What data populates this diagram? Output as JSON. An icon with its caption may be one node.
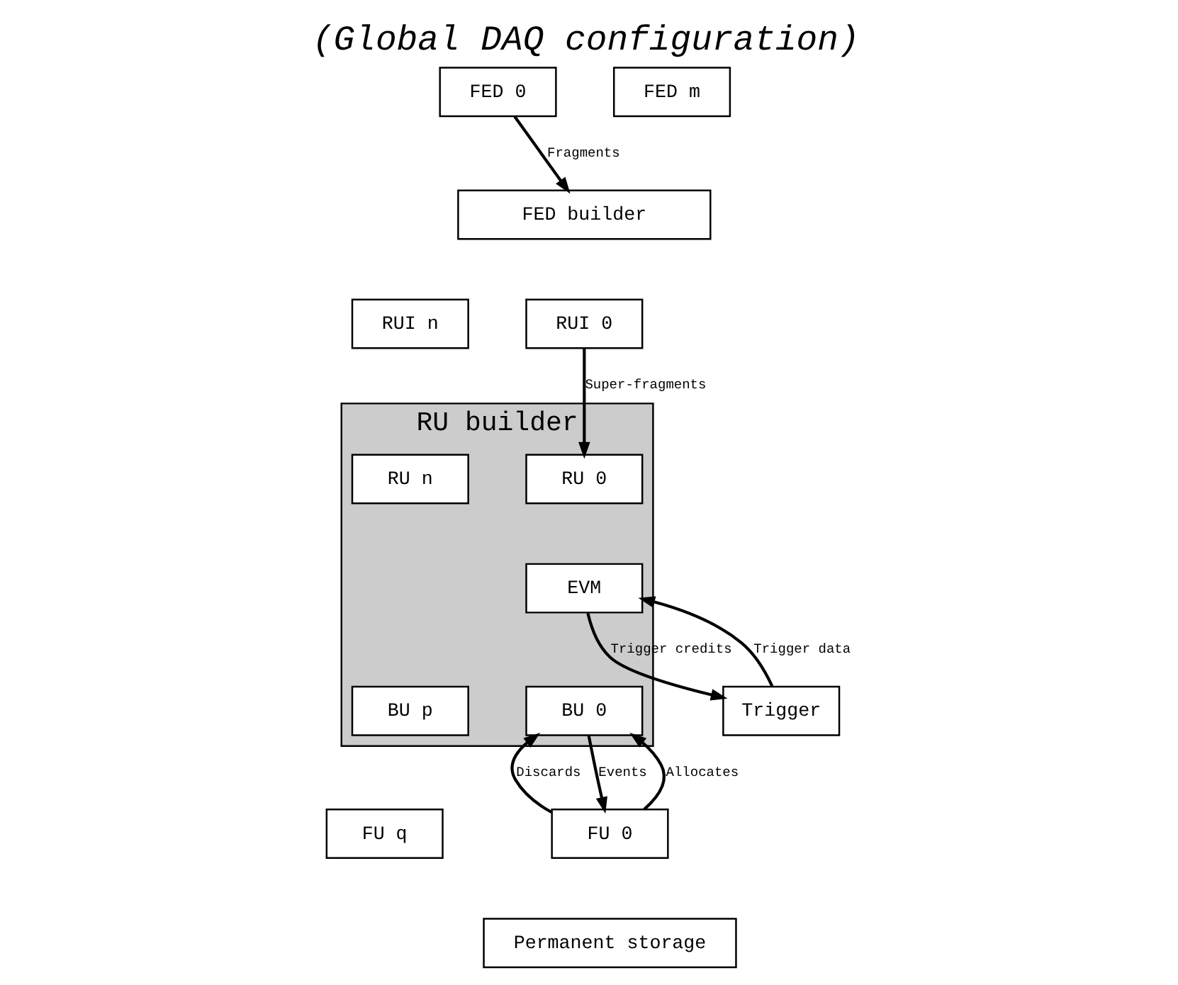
{
  "diagram": {
    "title": "(Global DAQ configuration)",
    "nodes": [
      {
        "text": [
          "FED 0"
        ]
      },
      {
        "text": [
          "FED m"
        ]
      },
      {
        "text": [
          "FED builder"
        ]
      },
      {
        "text": [
          "RUI 0"
        ]
      },
      {
        "text": [
          "RUI n"
        ]
      },
      {
        "text": [
          "RU builder"
        ]
      },
      {
        "text": [
          "RU 0"
        ],
        "in": 5
      },
      {
        "text": [
          "RU n"
        ],
        "in": 5
      },
      {
        "text": [
          "Trigger"
        ]
      },
      {
        "text": [
          "EVM"
        ],
        "in": 5
      },
      {
        "text": [
          "BU 0"
        ],
        "in": 5
      },
      {
        "text": [
          "BU p"
        ],
        "in": 5
      },
      {
        "text": [
          "FU 0"
        ]
      },
      {
        "text": [
          "FU q"
        ]
      },
      {
        "text": [
          "Permanent storage"
        ]
      }
    ],
    "edges": [
      {
        "from": 0,
        "to": 2,
        "arrow": "to",
        "label": "Fragments"
      },
      {
        "from": 3,
        "to": 6,
        "arrow": "to",
        "label": "Super-fragments"
      },
      {
        "from": 9,
        "to": 8,
        "arrow": "to",
        "label": "Trigger credits"
      },
      {
        "from": 8,
        "to": 9,
        "arrow": "to",
        "label": "Trigger data"
      },
      {
        "from": 12,
        "to": 10,
        "arrow": "to",
        "label": "Allocates"
      },
      {
        "from": 10,
        "to": 12,
        "arrow": "to",
        "label": "Events"
      },
      {
        "from": 12,
        "to": 10,
        "arrow": "to",
        "label": "Discards"
      }
    ]
  }
}
